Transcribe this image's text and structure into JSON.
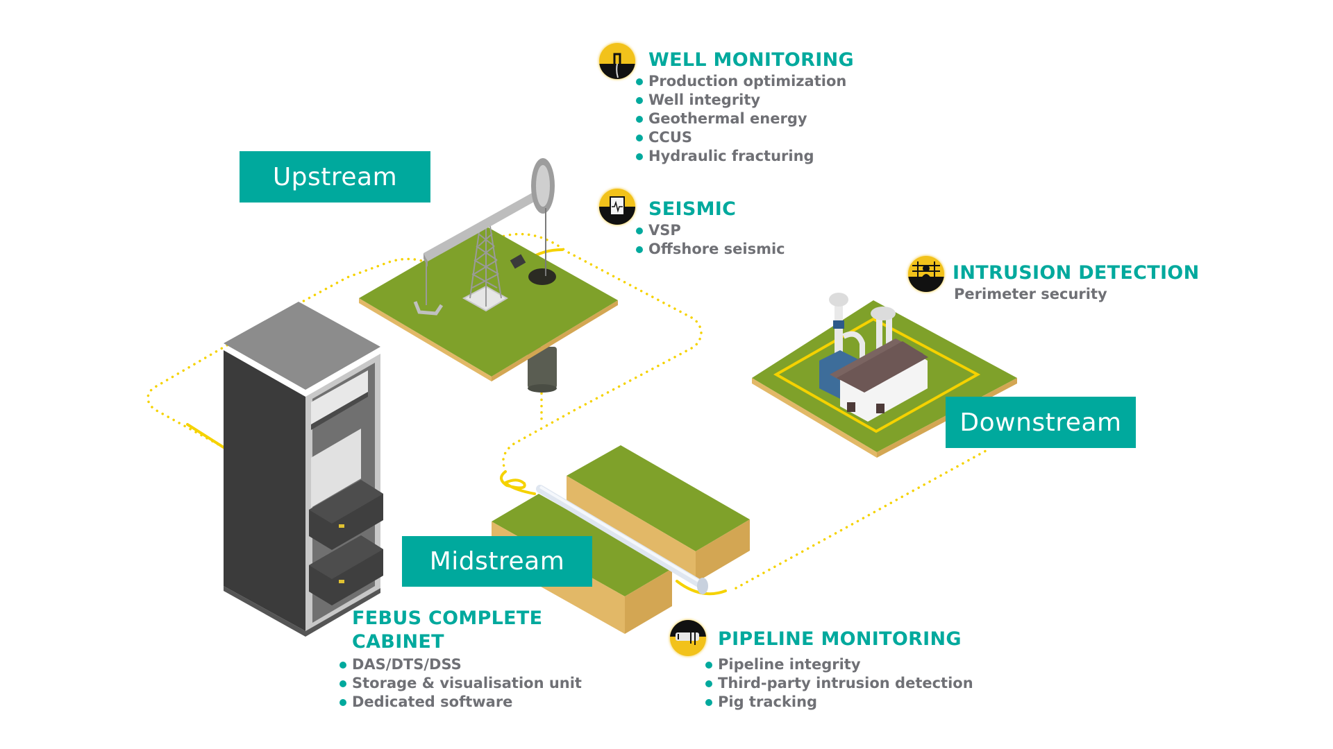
{
  "colors": {
    "teal": "#00A99D",
    "text_gray": "#6f7075",
    "fiber_yellow": "#f5d200",
    "grass": "#7fa12a",
    "soil": "#e2b867",
    "cabinet_dark": "#3b3b3b"
  },
  "stages": {
    "upstream": "Upstream",
    "midstream": "Midstream",
    "downstream": "Downstream"
  },
  "well_monitoring": {
    "icon": "well-icon",
    "title": "WELL MONITORING",
    "items": [
      "Production optimization",
      "Well integrity",
      "Geothermal energy",
      "CCUS",
      "Hydraulic fracturing"
    ]
  },
  "seismic": {
    "icon": "seismic-icon",
    "title": "SEISMIC",
    "items": [
      "VSP",
      "Offshore seismic"
    ]
  },
  "intrusion_detection": {
    "icon": "intrusion-icon",
    "title": "INTRUSION DETECTION",
    "subtitle": "Perimeter security"
  },
  "febus_cabinet": {
    "title_line1": "FEBUS COMPLETE",
    "title_line2": "CABINET",
    "items": [
      "DAS/DTS/DSS",
      "Storage & visualisation unit",
      "Dedicated software"
    ]
  },
  "pipeline_monitoring": {
    "icon": "pipeline-icon",
    "title": "PIPELINE MONITORING",
    "items": [
      "Pipeline integrity",
      "Third-party intrusion detection",
      "Pig tracking"
    ]
  }
}
